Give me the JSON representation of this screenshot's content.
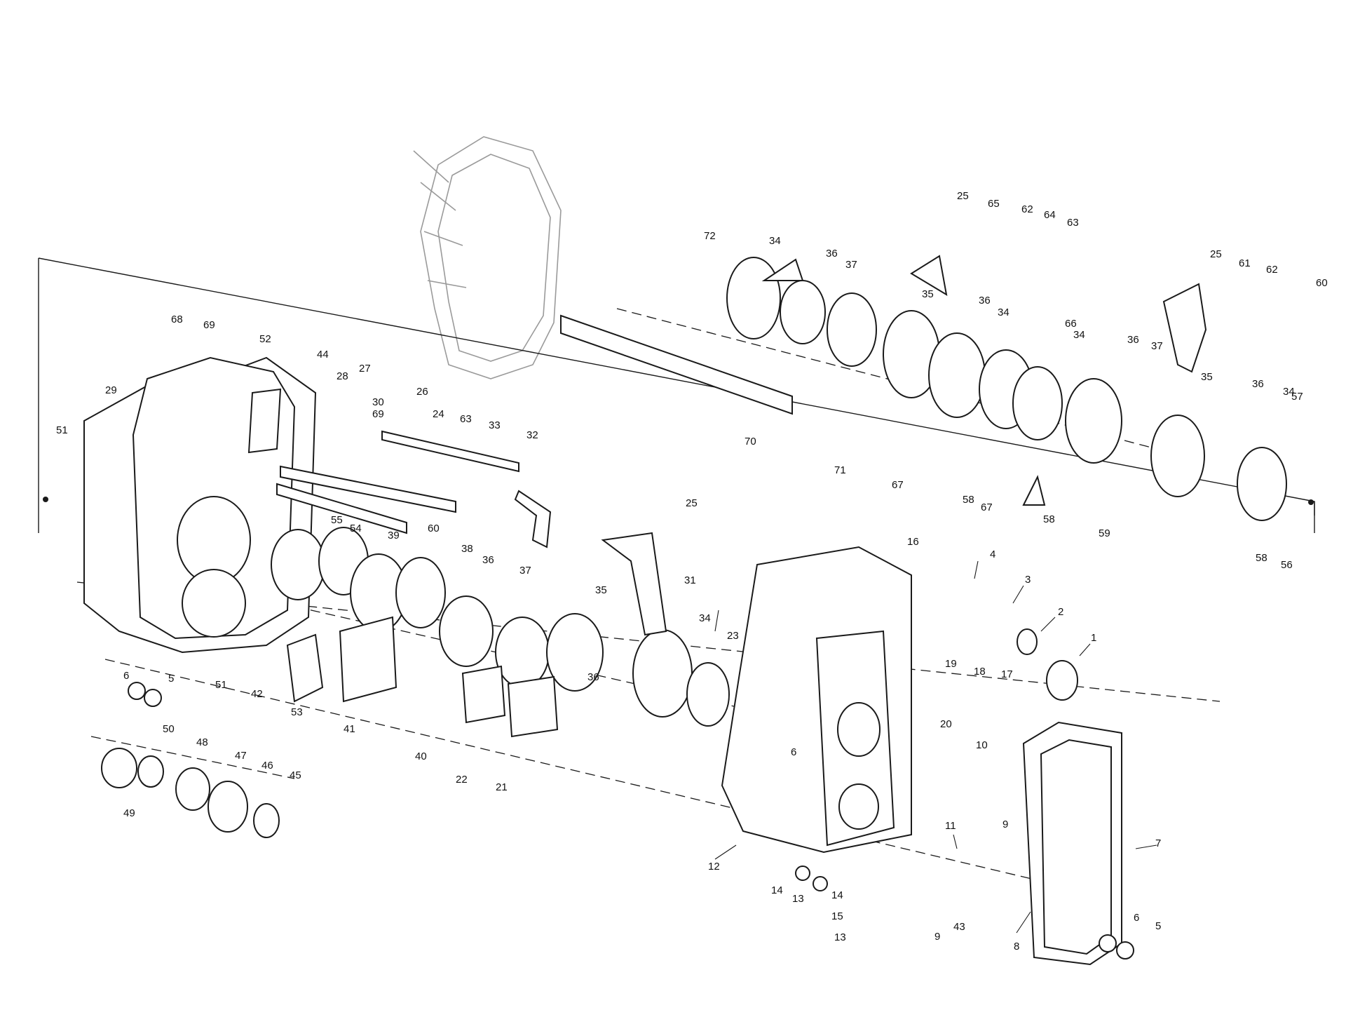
{
  "callouts": {
    "c1": "1",
    "c2": "2",
    "c3": "3",
    "c4": "4",
    "c5a": "5",
    "c5b": "5",
    "c6a": "6",
    "c6b": "6",
    "c6c": "6",
    "c7": "7",
    "c8": "8",
    "c9a": "9",
    "c9b": "9",
    "c10": "10",
    "c11": "11",
    "c12": "12",
    "c13a": "13",
    "c13b": "13",
    "c14a": "14",
    "c14b": "14",
    "c15": "15",
    "c16": "16",
    "c17": "17",
    "c18": "18",
    "c19": "19",
    "c20": "20",
    "c21": "21",
    "c22": "22",
    "c23": "23",
    "c24": "24",
    "c25a": "25",
    "c25b": "25",
    "c25c": "25",
    "c26": "26",
    "c27": "27",
    "c28": "28",
    "c29": "29",
    "c30": "30",
    "c31": "31",
    "c32": "32",
    "c33": "33",
    "c34a": "34",
    "c34b": "34",
    "c34c": "34",
    "c34d": "34",
    "c34e": "34",
    "c35a": "35",
    "c35b": "35",
    "c35c": "35",
    "c36a": "36",
    "c36b": "36",
    "c36c": "36",
    "c36d": "36",
    "c36e": "36",
    "c36f": "36",
    "c37a": "37",
    "c37b": "37",
    "c37c": "37",
    "c38": "38",
    "c39": "39",
    "c40": "40",
    "c41": "41",
    "c42": "42",
    "c43": "43",
    "c44": "44",
    "c45": "45",
    "c46": "46",
    "c47": "47",
    "c48": "48",
    "c49": "49",
    "c50": "50",
    "c51a": "51",
    "c51b": "51",
    "c52": "52",
    "c53": "53",
    "c54": "54",
    "c55": "55",
    "c56": "56",
    "c57": "57",
    "c58a": "58",
    "c58b": "58",
    "c58c": "58",
    "c59": "59",
    "c60a": "60",
    "c60b": "60",
    "c61": "61",
    "c62a": "62",
    "c62b": "62",
    "c63a": "63",
    "c63b": "63",
    "c64": "64",
    "c65": "65",
    "c66": "66",
    "c67a": "67",
    "c67b": "67",
    "c68": "68",
    "c69a": "69",
    "c69b": "69",
    "c70": "70",
    "c71": "71",
    "c72": "72"
  },
  "style": {
    "ink_color": "#1a1a1a",
    "ghost_color": "#9a9a9a",
    "background": "#ffffff"
  }
}
